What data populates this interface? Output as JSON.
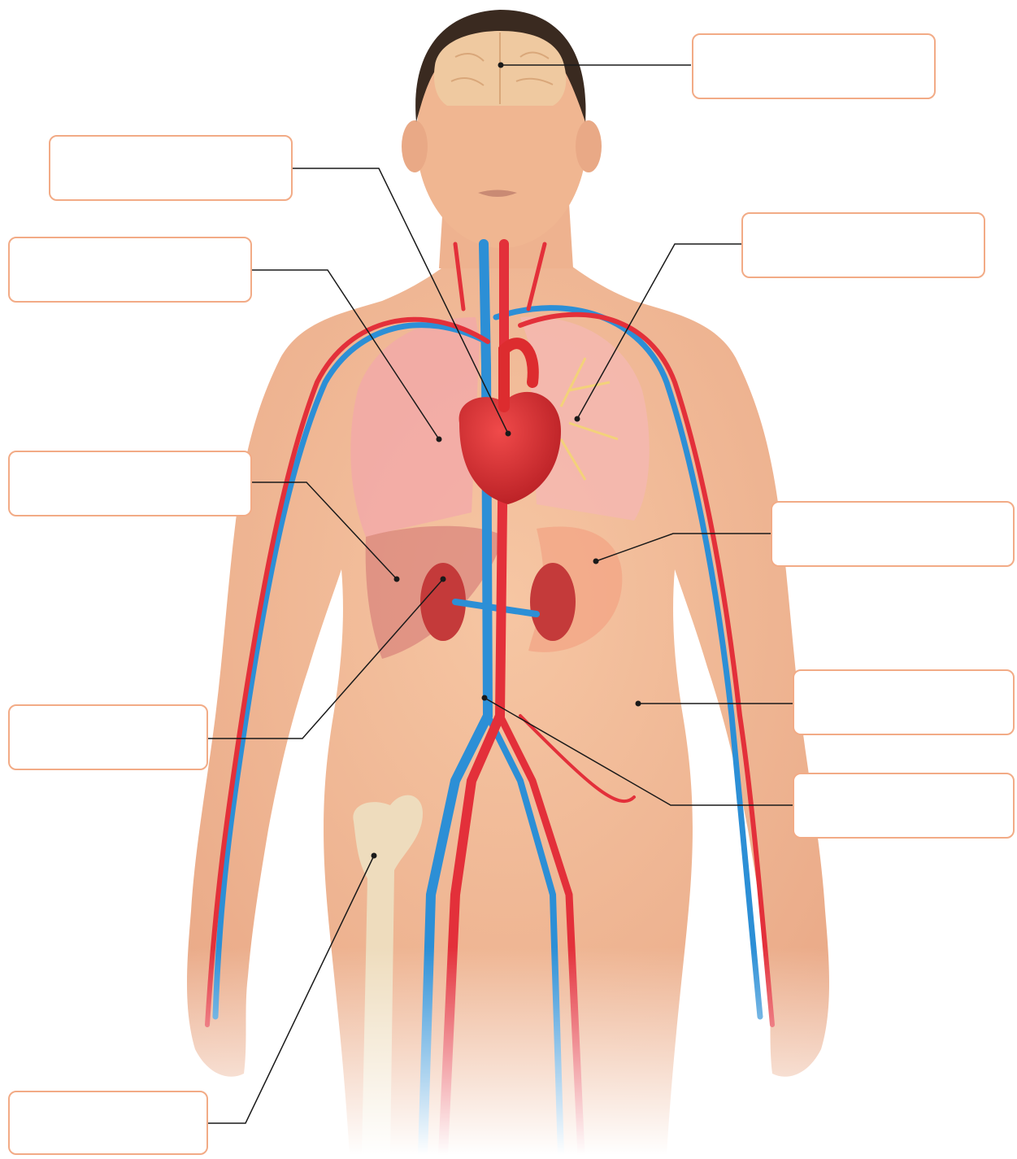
{
  "diagram": {
    "labels": [
      {
        "id": "brain",
        "text": ""
      },
      {
        "id": "heart",
        "text": ""
      },
      {
        "id": "lung-right",
        "text": ""
      },
      {
        "id": "lung-left",
        "text": ""
      },
      {
        "id": "liver",
        "text": ""
      },
      {
        "id": "stomach",
        "text": ""
      },
      {
        "id": "kidney",
        "text": ""
      },
      {
        "id": "skin",
        "text": ""
      },
      {
        "id": "aorta",
        "text": ""
      },
      {
        "id": "femur",
        "text": ""
      }
    ],
    "colors": {
      "box_border": "#f2ab86",
      "leader_line": "#1a1a1a",
      "skin": "#f1b995",
      "artery": "#e3303a",
      "vein": "#2c8fd6",
      "lung": "#f2a9a9",
      "heart": "#dd2c2f",
      "liver": "#d9817a",
      "kidney": "#c43a3a",
      "bone": "#eedcbd",
      "hair": "#3a2a20",
      "brain": "#efc9a0"
    }
  }
}
